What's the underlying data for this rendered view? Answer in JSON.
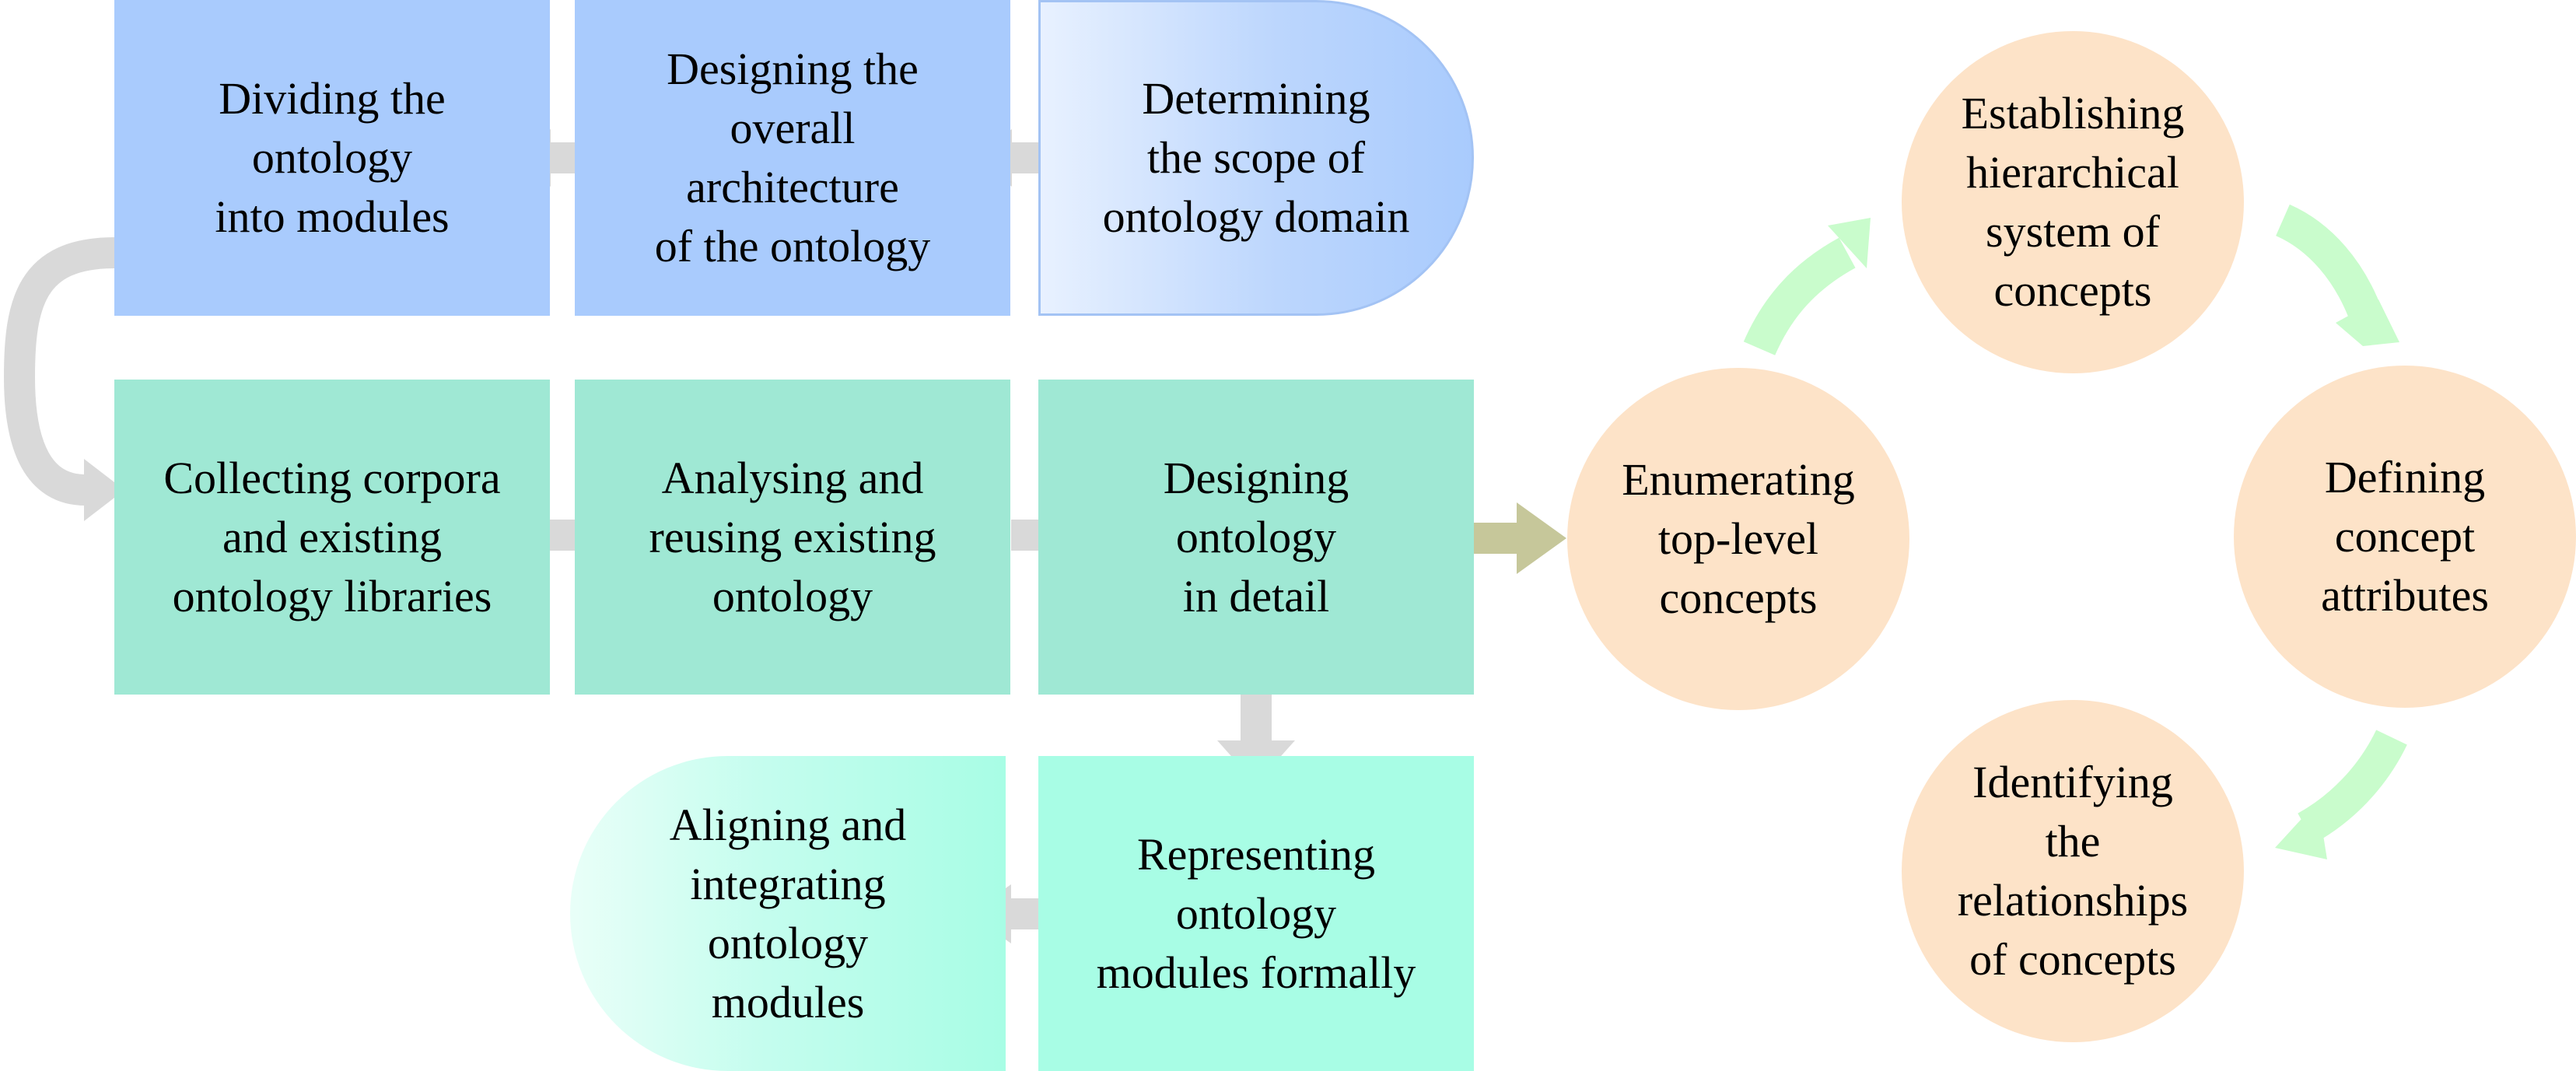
{
  "flow": {
    "dividing": "Dividing the\nontology\ninto modules",
    "designing_arch": "Designing the\noverall\narchitecture\nof the ontology",
    "determining": "Determining\nthe scope of\nontology domain",
    "collecting": "Collecting corpora\nand existing\nontology libraries",
    "analysing": "Analysing and\nreusing existing\nontology",
    "designing_detail": "Designing\nontology\nin detail",
    "representing": "Representing\nontology\nmodules formally",
    "aligning": "Aligning and\nintegrating\nontology\nmodules"
  },
  "cycle": {
    "enumerating": "Enumerating\ntop-level\nconcepts",
    "establishing": "Establishing\nhierarchical\nsystem of\nconcepts",
    "defining": "Defining\nconcept\nattributes",
    "identifying": "Identifying\nthe\nrelationships\nof concepts"
  },
  "colors": {
    "blue_box": "#a9cbfd",
    "green_box": "#9fe8d4",
    "mint_box": "#a8fde5",
    "circle": "#fde3c8",
    "gray_arrow": "#d9d9d9",
    "olive_arrow": "#c6c79a",
    "green_arrow": "#c9fccc"
  }
}
